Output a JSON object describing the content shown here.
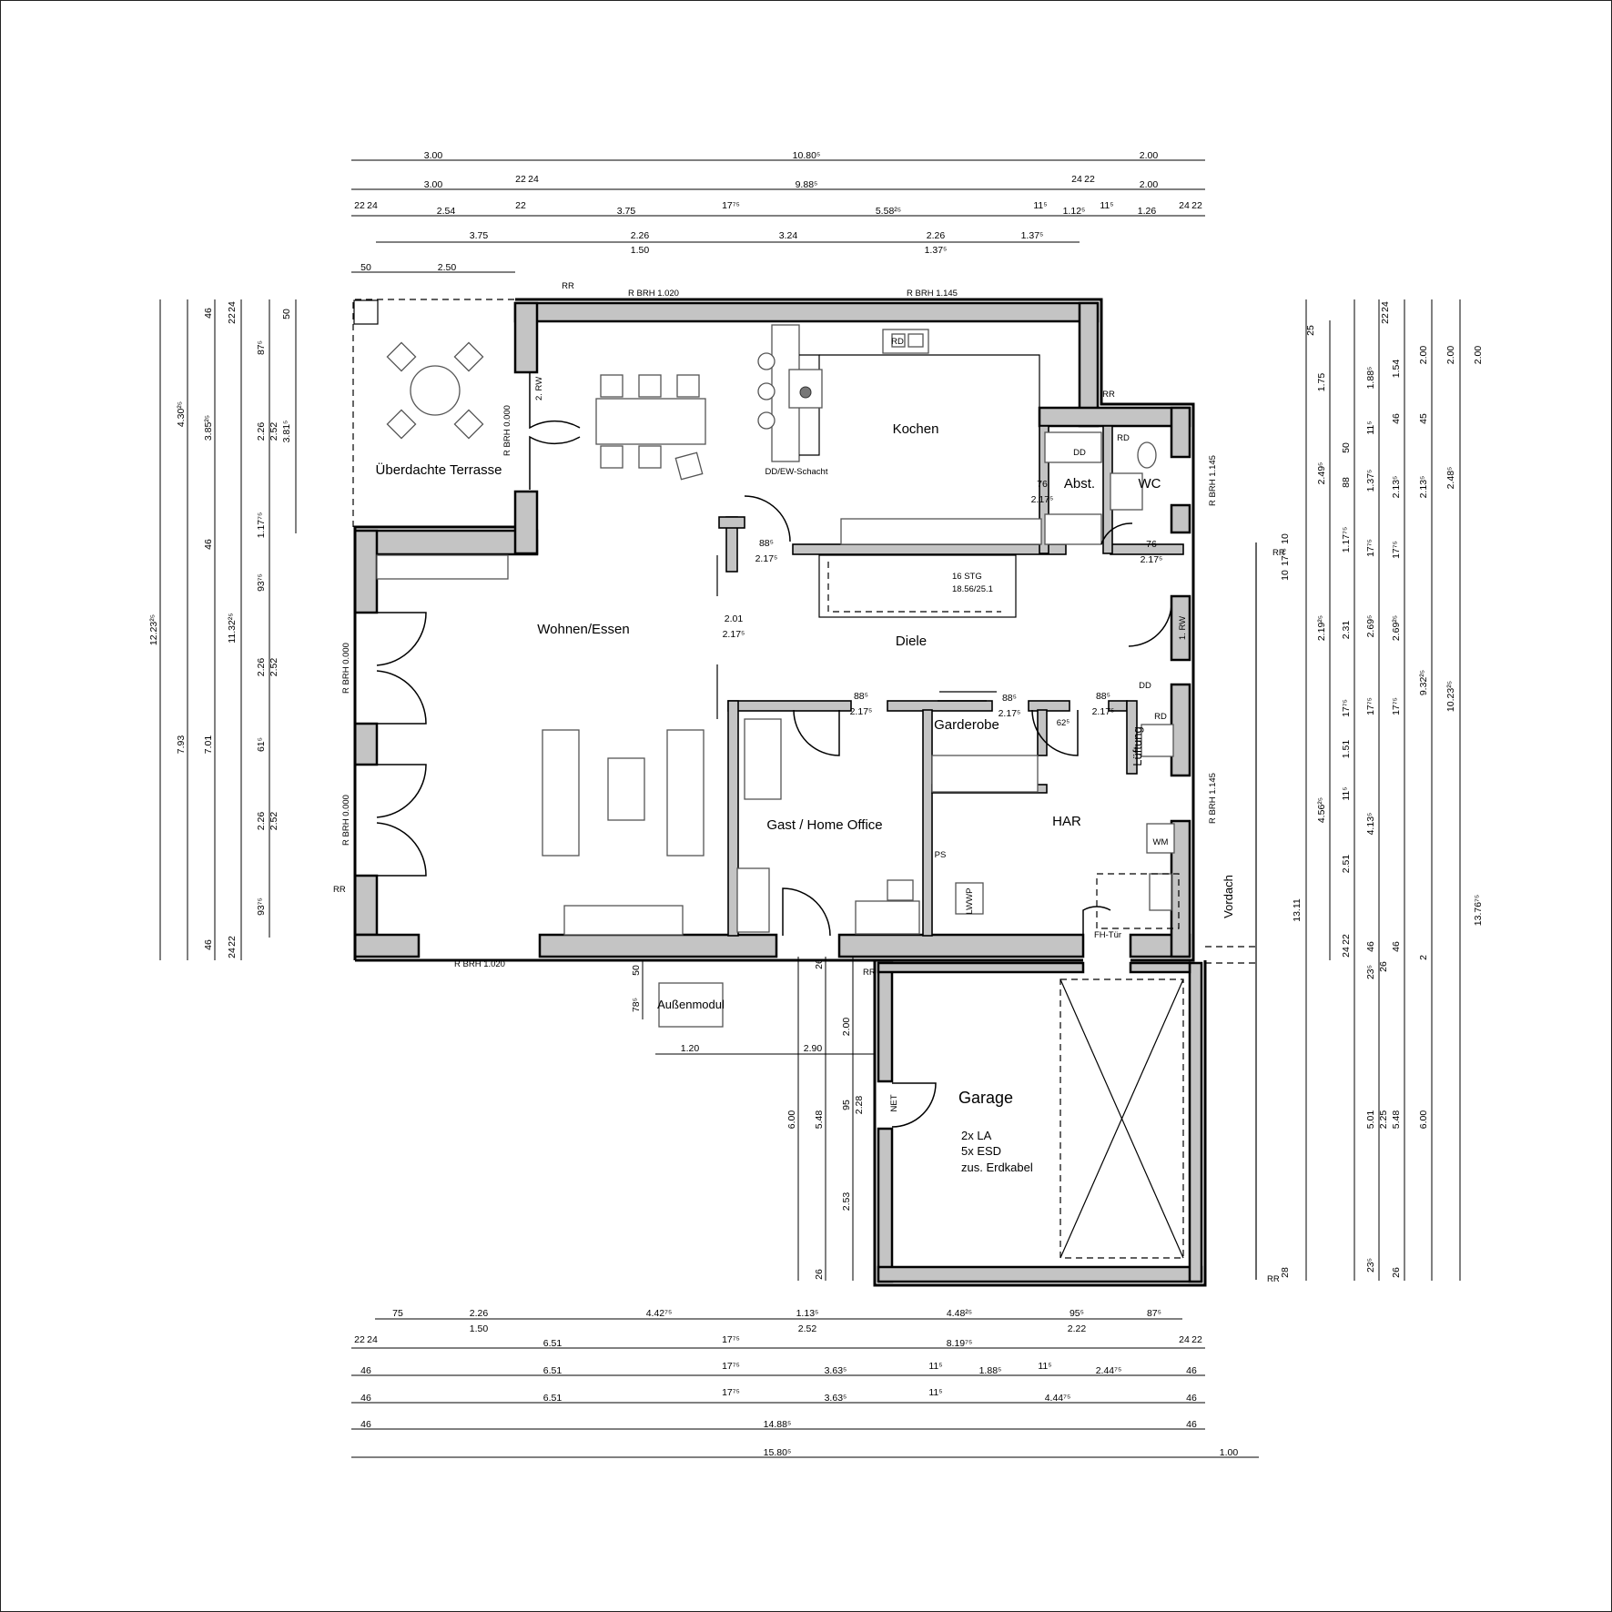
{
  "rooms": {
    "terrasse": "Überdachte Terrasse",
    "wohnen": "Wohnen/Essen",
    "kochen": "Kochen",
    "diele": "Diele",
    "abst": "Abst.",
    "wc": "WC",
    "gast": "Gast / Home Office",
    "garderobe": "Garderobe",
    "har": "HAR",
    "garage": "Garage",
    "vordach": "Vordach",
    "aussenmodul": "Außenmodul"
  },
  "garage_notes": [
    "2x LA",
    "5x ESD",
    "zus. Erdkabel"
  ],
  "labels": {
    "rbrh_1020": "R BRH 1.020",
    "rbrh_1145": "R BRH 1.145",
    "rbrh_0000": "R BRH 0.000",
    "rr": "RR",
    "rd": "RD",
    "dd": "DD",
    "rw1": "1. RW",
    "rw2": "2. RW",
    "schacht": "DD/EW-Schacht",
    "stairs1": "16 STG",
    "stairs2": "18.56/25.1",
    "lueftung": "Lüftung",
    "wm": "WM",
    "lwwp": "LWWP",
    "ps": "PS",
    "fh": "FH-Tür",
    "net": "NET"
  },
  "openings": {
    "kitchen_door": [
      "88⁵",
      "2.17⁵"
    ],
    "diele_mid": [
      "2.01",
      "2.17⁵"
    ],
    "abst": [
      "76",
      "2.17⁵"
    ],
    "wc": [
      "76",
      "2.17⁵"
    ],
    "gast": [
      "88⁵",
      "2.17⁵"
    ],
    "garderobe": [
      "88⁵",
      "2.17⁵"
    ],
    "har": [
      "88⁵",
      "2.17⁵"
    ],
    "har_small": "62⁵"
  },
  "dims_top": [
    [
      "3.00",
      "10.80⁵",
      "2.00"
    ],
    [
      "3.00",
      "22",
      "24",
      "9.88⁵",
      "24",
      "22",
      "2.00"
    ],
    [
      "22",
      "24",
      "2.54",
      "22",
      "3.75",
      "17⁷⁵",
      "5.58²⁵",
      "11⁵",
      "1.12⁵",
      "11⁵",
      "1.26",
      "24",
      "22"
    ],
    [
      "3.75",
      "2.26",
      "1.50",
      "3.24",
      "2.26",
      "1.37⁵",
      "1.37⁵"
    ],
    [
      "50",
      "2.50"
    ]
  ],
  "dims_bottom": [
    [
      "75",
      "2.26",
      "1.50",
      "4.42⁷⁵",
      "1.13⁵",
      "2.52",
      "4.48²⁵",
      "95⁵",
      "2.22",
      "87⁵"
    ],
    [
      "22",
      "24",
      "6.51",
      "17⁷⁵",
      "8.19⁷⁵",
      "24",
      "22"
    ],
    [
      "46",
      "6.51",
      "17⁷⁵",
      "3.63⁵",
      "11⁵",
      "1.88⁵",
      "11⁵",
      "2.44⁷⁵",
      "46"
    ],
    [
      "46",
      "6.51",
      "17⁷⁵",
      "3.63⁵",
      "11⁵",
      "4.44⁷⁵",
      "46"
    ],
    [
      "46",
      "14.88⁵",
      "46"
    ],
    [
      "15.80⁵",
      "1.00"
    ]
  ],
  "dims_left": [
    [
      "12.23²⁵"
    ],
    [
      "4.30²⁵",
      "7.93"
    ],
    [
      "46",
      "3.85²⁵",
      "46",
      "7.01",
      "46"
    ],
    [
      "24",
      "22",
      "11.32²⁵",
      "22",
      "24"
    ],
    [
      "87⁵",
      "2.26",
      "1.17⁷⁵",
      "93⁷⁵",
      "2.26",
      "61⁵",
      "2.26",
      "93⁷⁵"
    ],
    [
      "2.52",
      "2.52",
      "2.52"
    ],
    [
      "3.81⁵"
    ],
    [
      "50"
    ]
  ],
  "dims_right": [
    [
      "1.75",
      "2.49⁵",
      "2.19²⁵",
      "4.56²⁵"
    ],
    [
      "25",
      "50",
      "88",
      "1.17⁷⁵",
      "2.31",
      "17⁷⁵",
      "11⁵",
      "1.51",
      "2.51",
      "22",
      "24"
    ],
    [
      "1.88⁵",
      "11⁵",
      "1.37⁵",
      "17⁷⁵",
      "2.69⁵",
      "17⁷⁵",
      "4.13⁵",
      "46"
    ],
    [
      "24",
      "22",
      "1.54",
      "46",
      "2.13⁵",
      "17⁷⁵",
      "2.69²⁵",
      "17⁷⁵"
    ],
    [
      "2.00",
      "45",
      "2.13⁵",
      "9.32²⁵"
    ],
    [
      "2.00",
      "2.48⁵",
      "10.23²⁵"
    ],
    [
      "2.00",
      "13.76⁷⁵"
    ],
    [
      "10",
      "17⁷⁵",
      "10"
    ],
    [
      "13.11"
    ]
  ],
  "dims_garage": {
    "aussen": [
      "50",
      "78⁵"
    ],
    "horizontal": [
      "1.20",
      "2.90"
    ],
    "left": [
      "6.00",
      "5.48",
      "26",
      "26",
      "2.00",
      "95",
      "2.28",
      "2.53"
    ],
    "right": [
      "5.01",
      "2.25",
      "5.48",
      "6.00",
      "23⁵",
      "23⁵",
      "26",
      "26",
      "46",
      "28",
      "2"
    ]
  }
}
